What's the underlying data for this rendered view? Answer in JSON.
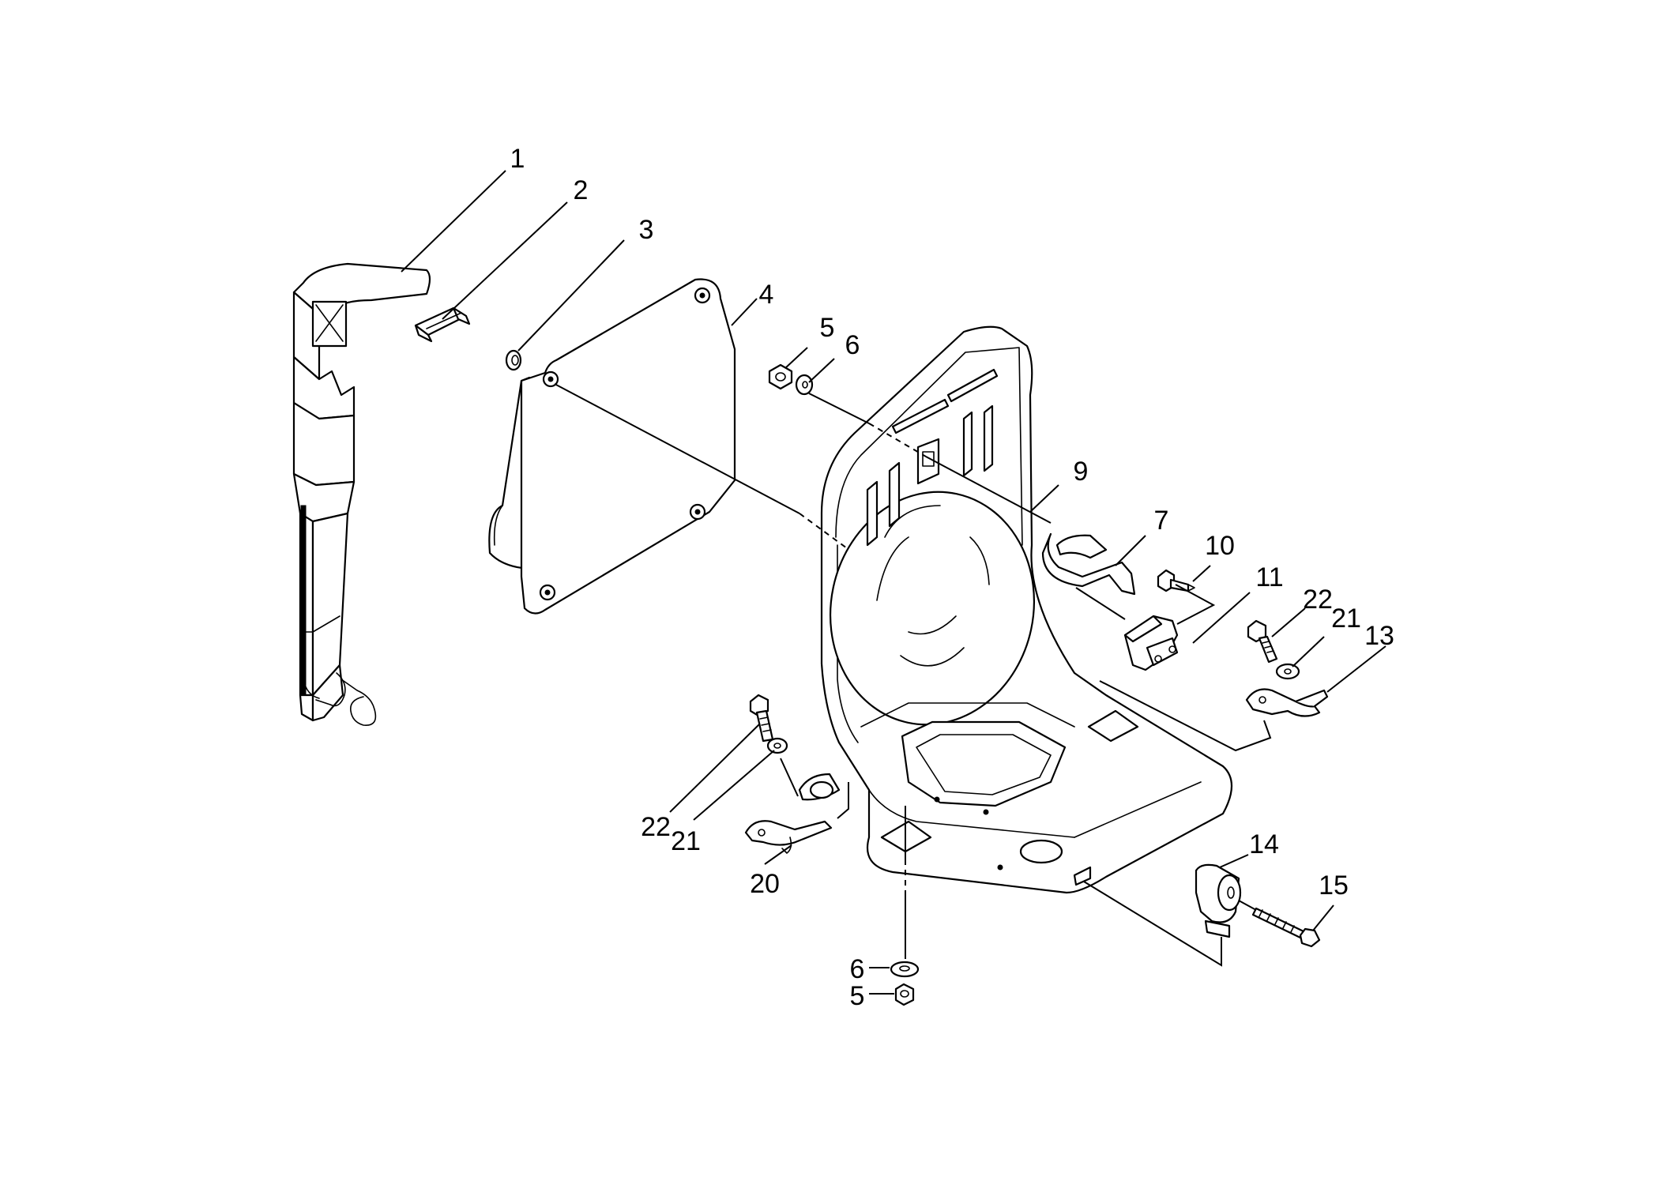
{
  "diagram": {
    "callouts": [
      {
        "id": "c1",
        "text": "1"
      },
      {
        "id": "c2",
        "text": "2"
      },
      {
        "id": "c3",
        "text": "3"
      },
      {
        "id": "c4",
        "text": "4"
      },
      {
        "id": "c5a",
        "text": "5"
      },
      {
        "id": "c6a",
        "text": "6"
      },
      {
        "id": "c9",
        "text": "9"
      },
      {
        "id": "c7",
        "text": "7"
      },
      {
        "id": "c10",
        "text": "10"
      },
      {
        "id": "c11",
        "text": "11"
      },
      {
        "id": "c22a",
        "text": "22"
      },
      {
        "id": "c21a",
        "text": "21"
      },
      {
        "id": "c13",
        "text": "13"
      },
      {
        "id": "c22b",
        "text": "22"
      },
      {
        "id": "c21b",
        "text": "21"
      },
      {
        "id": "c20",
        "text": "20"
      },
      {
        "id": "c14",
        "text": "14"
      },
      {
        "id": "c15",
        "text": "15"
      },
      {
        "id": "c6b",
        "text": "6"
      },
      {
        "id": "c5b",
        "text": "5"
      }
    ]
  }
}
